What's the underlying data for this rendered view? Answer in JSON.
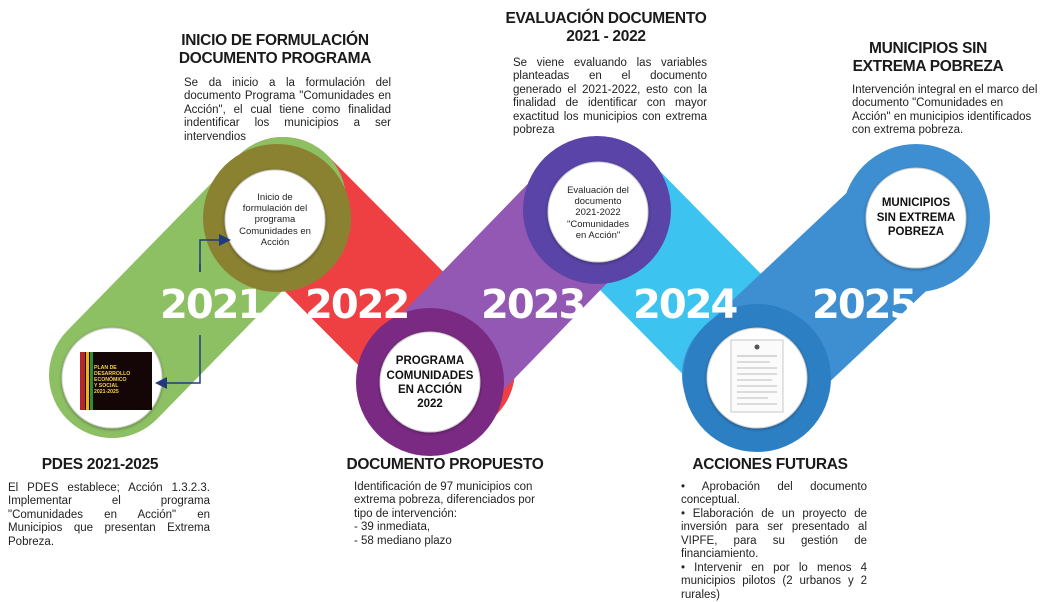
{
  "milestones": [
    {
      "title": "INICIO DE FORMULACIÓN\nDOCUMENTO PROGRAMA",
      "text": "Se da inicio a la formulación del documento Programa \"Comunidades en Acción\", el cual tiene como finalidad indentificar los municipios a ser intervendios",
      "circle_label": "Inicio de\nformulación del\nprograma\nComunidades en\nAcción"
    },
    {
      "title": "EVALUACIÓN DOCUMENTO\n2021 - 2022",
      "text": "Se viene evaluando las variables planteadas en el documento generado el 2021-2022, esto con la finalidad de identificar con mayor exactitud los municipios con extrema pobreza",
      "circle_label": "Evaluación del\ndocumento\n2021-2022\n\"Comunidades\nen Acción\""
    },
    {
      "title": "MUNICIPIOS SIN\nEXTREMA POBREZA",
      "text": "Intervención integral en el marco del documento \"Comunidades en Acción\" en municipios identificados con extrema pobreza.",
      "circle_label": "MUNICIPIOS\nSIN EXTREMA\nPOBREZA"
    },
    {
      "title": "PDES 2021-2025",
      "text": "El PDES establece; Acción 1.3.2.3. Implementar el programa \"Comunidades en Acción\" en Municipios que presentan Extrema Pobreza.",
      "circle_label": "PLAN DE\nDESARROLLO\nECONÓMICO\nY SOCIAL\n2021-2025"
    },
    {
      "title": "DOCUMENTO PROPUESTO",
      "text": "Identificación de 97 municipios con extrema pobreza, diferenciados por tipo de intervención:\n- 39 inmediata,\n- 58 mediano plazo",
      "circle_label": "PROGRAMA\nCOMUNIDADES\nEN ACCIÓN\n2022"
    },
    {
      "title": "ACCIONES FUTURAS",
      "text": "• Aprobación del documento conceptual.\n• Elaboración de un proyecto de inversión para ser presentado al VIPFE, para su gestión de financiamiento.\n• Intervenir en por lo menos 4 municipios pilotos (2 urbanos y 2 rurales)",
      "circle_label": ""
    }
  ],
  "years": [
    "2021",
    "2022",
    "2023",
    "2024",
    "2025"
  ],
  "colors": {
    "green": "#8dc063",
    "red": "#ee4043",
    "purple": "#9357b4",
    "cyan": "#3cc3f0",
    "blue": "#3e8fd2",
    "olive": "#8a8231",
    "plum": "#7a2a82",
    "violet": "#5a44a8",
    "arrow": "#1f3b7a"
  }
}
